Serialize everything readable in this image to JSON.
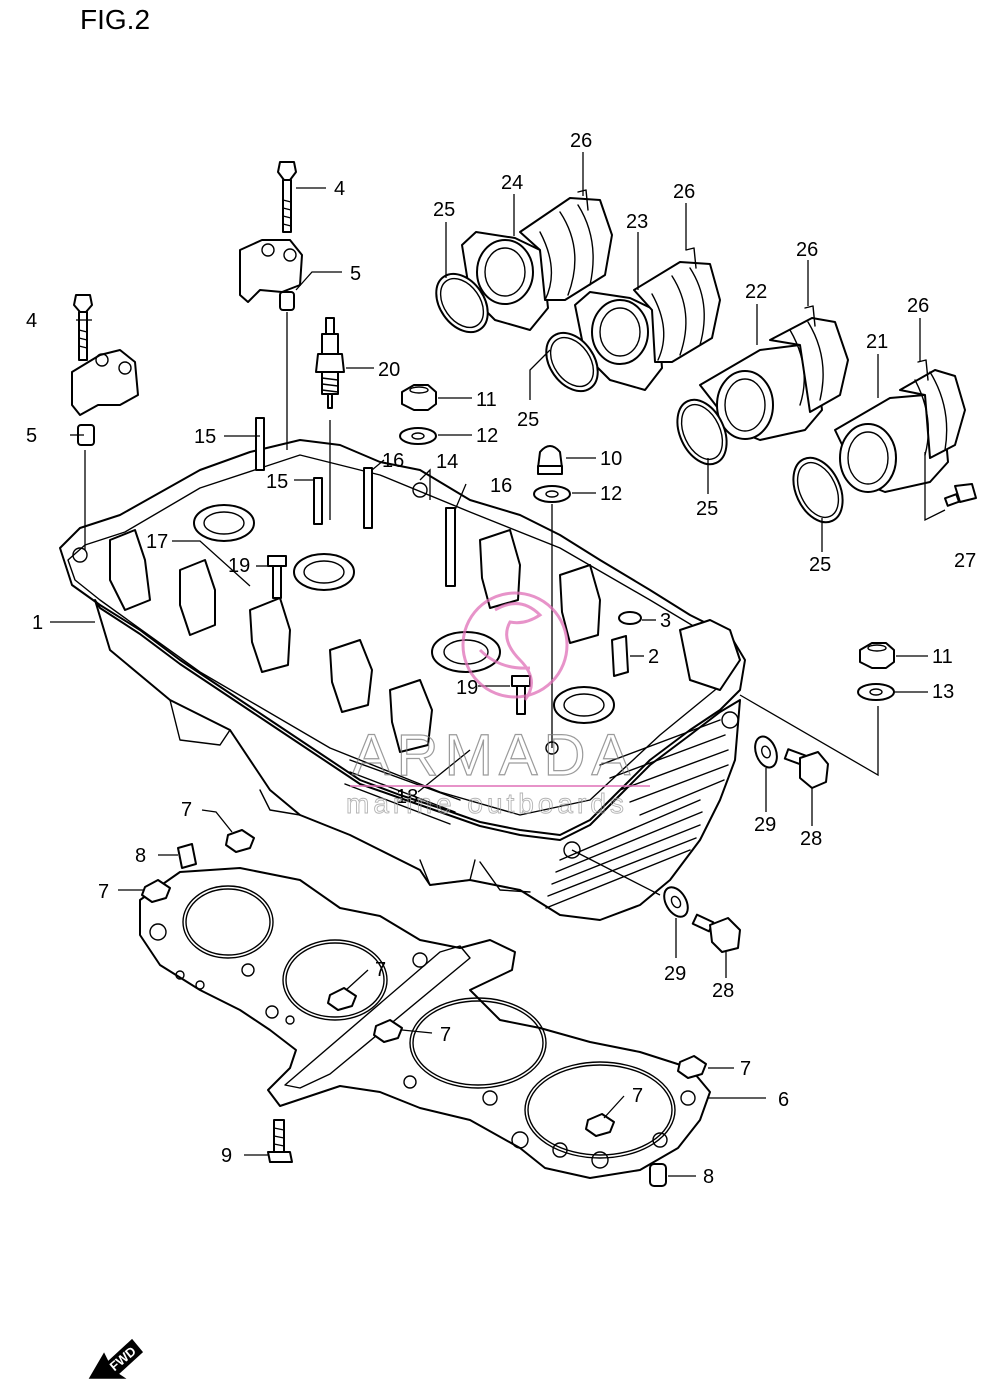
{
  "figure": {
    "title": "FIG.2"
  },
  "callouts": [
    {
      "id": "c4a",
      "label": "4"
    },
    {
      "id": "c4b",
      "label": "4"
    },
    {
      "id": "c5a",
      "label": "5"
    },
    {
      "id": "c5b",
      "label": "5"
    },
    {
      "id": "c20",
      "label": "20"
    },
    {
      "id": "c11a",
      "label": "11"
    },
    {
      "id": "c12a",
      "label": "12"
    },
    {
      "id": "c10",
      "label": "10"
    },
    {
      "id": "c12b",
      "label": "12"
    },
    {
      "id": "c14",
      "label": "14"
    },
    {
      "id": "c15a",
      "label": "15"
    },
    {
      "id": "c15b",
      "label": "15"
    },
    {
      "id": "c16a",
      "label": "16"
    },
    {
      "id": "c16b",
      "label": "16"
    },
    {
      "id": "c17",
      "label": "17"
    },
    {
      "id": "c19a",
      "label": "19"
    },
    {
      "id": "c19b",
      "label": "19"
    },
    {
      "id": "c1",
      "label": "1"
    },
    {
      "id": "c3",
      "label": "3"
    },
    {
      "id": "c2",
      "label": "2"
    },
    {
      "id": "c18",
      "label": "18"
    },
    {
      "id": "c26a",
      "label": "26"
    },
    {
      "id": "c26b",
      "label": "26"
    },
    {
      "id": "c26c",
      "label": "26"
    },
    {
      "id": "c26d",
      "label": "26"
    },
    {
      "id": "c24",
      "label": "24"
    },
    {
      "id": "c23",
      "label": "23"
    },
    {
      "id": "c22",
      "label": "22"
    },
    {
      "id": "c21",
      "label": "21"
    },
    {
      "id": "c25a",
      "label": "25"
    },
    {
      "id": "c25b",
      "label": "25"
    },
    {
      "id": "c25c",
      "label": "25"
    },
    {
      "id": "c25d",
      "label": "25"
    },
    {
      "id": "c27",
      "label": "27"
    },
    {
      "id": "c11b",
      "label": "11"
    },
    {
      "id": "c13",
      "label": "13"
    },
    {
      "id": "c29a",
      "label": "29"
    },
    {
      "id": "c28a",
      "label": "28"
    },
    {
      "id": "c29b",
      "label": "29"
    },
    {
      "id": "c28b",
      "label": "28"
    },
    {
      "id": "c7a",
      "label": "7"
    },
    {
      "id": "c8a",
      "label": "8"
    },
    {
      "id": "c7b",
      "label": "7"
    },
    {
      "id": "c7c",
      "label": "7"
    },
    {
      "id": "c7d",
      "label": "7"
    },
    {
      "id": "c7e",
      "label": "7"
    },
    {
      "id": "c7f",
      "label": "7"
    },
    {
      "id": "c6",
      "label": "6"
    },
    {
      "id": "c9",
      "label": "9"
    },
    {
      "id": "c8b",
      "label": "8"
    }
  ],
  "watermark": {
    "name": "ARMADA",
    "tagline": "marine outboards",
    "accent_color": "#e070b8"
  },
  "fwd_arrow": {
    "label": "FWD"
  },
  "colors": {
    "line": "#000000",
    "background": "#ffffff"
  }
}
